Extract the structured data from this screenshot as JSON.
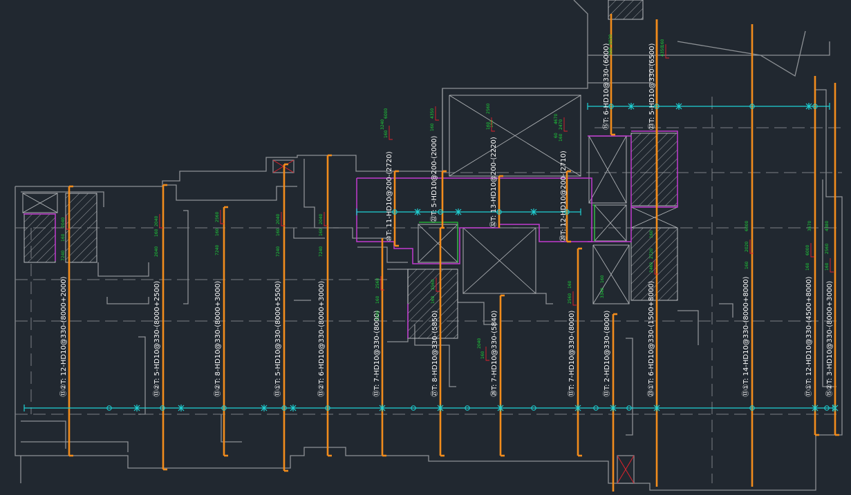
{
  "drawing": {
    "rebar_labels": [
      "⑬②T: 12-HD10@330-(8000+2000)",
      "⑬②T: 5-HD10@330-(8000+2500)",
      "⑬②T: 8-HD10@330-(8000+3000)",
      "⑬①T: 5-HD10@330-(8000+5500)",
      "⑬②T: 6-HD10@330-(8000+3000)",
      "⑬T: 7-HD10@330-(8000)",
      "㉗T: 8-HD10@330-(5850)",
      "㉘T: 7-HD10@330-(5840)",
      "⑬T: 7-HD10@330-(8000)",
      "⑬T: 2-HD10@330-(8000)",
      "㉓①T: 6-HD10@330-(1500+8000)",
      "⑬①T: 14-HD10@330-(8000+8000)",
      "⑰①T: 12-HD10@330-(4500+8000)",
      "⑮②T: 3-HD10@330-(8000+3000)",
      "⑩T: 11-HD10@200-(2720)",
      "㉒T: 5-HD10@200-(2000)",
      "㉜T: 13-HD10@200-(2220)",
      "⑳T: 12-HD10@200-(2710)",
      "⑮T: 6-HD10@330-(6000)",
      "㉓T: 5-HD10@330-(6500)"
    ],
    "dimension_texts": [
      "2040",
      "160",
      "7240",
      "2040",
      "160",
      "2040",
      "2560",
      "160",
      "7240",
      "2040",
      "160",
      "7240",
      "2040",
      "160",
      "7240",
      "2560",
      "160",
      "7240",
      "2560",
      "160",
      "2040",
      "160",
      "2020",
      "160",
      "4350",
      "160",
      "6000",
      "2020",
      "160",
      "3670",
      "2470",
      "160",
      "3240",
      "160",
      "2560",
      "160",
      "4350",
      "160",
      "6000",
      "6000",
      "160",
      "4380",
      "160",
      "2560",
      "160",
      "2560",
      "160",
      "2720",
      "2460",
      "160",
      "3340",
      "160",
      "4670",
      "60"
    ],
    "colors": {
      "background": "#212830",
      "walls": "#8e9296",
      "rebar": "#f28c1c",
      "distribution_line": "#1fd3d6",
      "dimension_text": "#1ed63a",
      "dimension_mark": "#e0222c",
      "opening_outline": "#c23ad0",
      "shaft_outline": "#26c93a"
    }
  }
}
